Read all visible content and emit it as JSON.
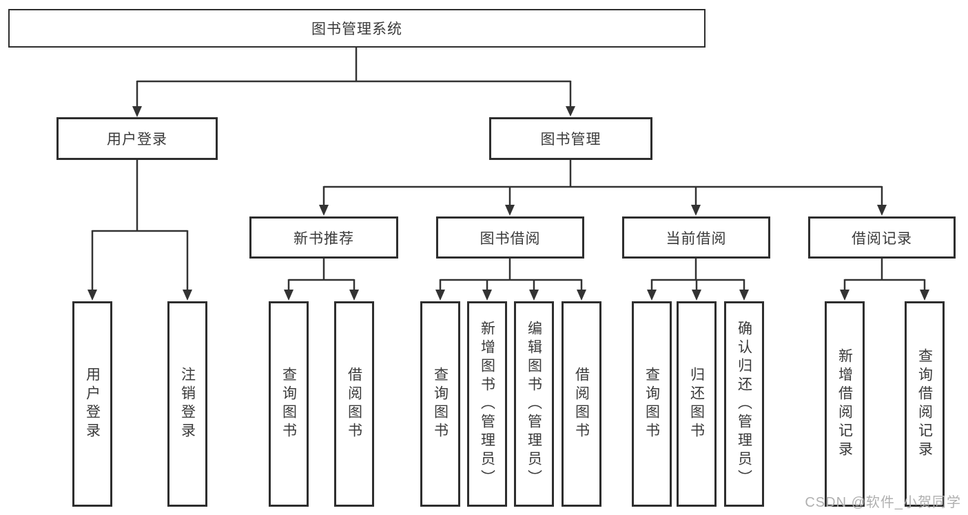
{
  "diagram": {
    "root_label": "图书管理系统",
    "branches": [
      {
        "label": "用户登录",
        "children": [
          "用户登录",
          "注销登录"
        ]
      },
      {
        "label": "图书管理",
        "sections": [
          {
            "label": "新书推荐",
            "children": [
              "查询图书",
              "借阅图书"
            ]
          },
          {
            "label": "图书借阅",
            "children": [
              "查询图书",
              "新增图书（管理员）",
              "编辑图书（管理员）",
              "借阅图书"
            ]
          },
          {
            "label": "当前借阅",
            "children": [
              "查询图书",
              "归还图书",
              "确认归还（管理员）"
            ]
          },
          {
            "label": "借阅记录",
            "children": [
              "新增借阅记录",
              "查询借阅记录"
            ]
          }
        ]
      }
    ],
    "watermark": "CSDN @软件_小贺同学",
    "colors": {
      "line": "#333333",
      "box_border": "#2e2e2e",
      "text": "#3a3a3a",
      "watermark": "#b0b0b0",
      "background": "#ffffff"
    }
  }
}
